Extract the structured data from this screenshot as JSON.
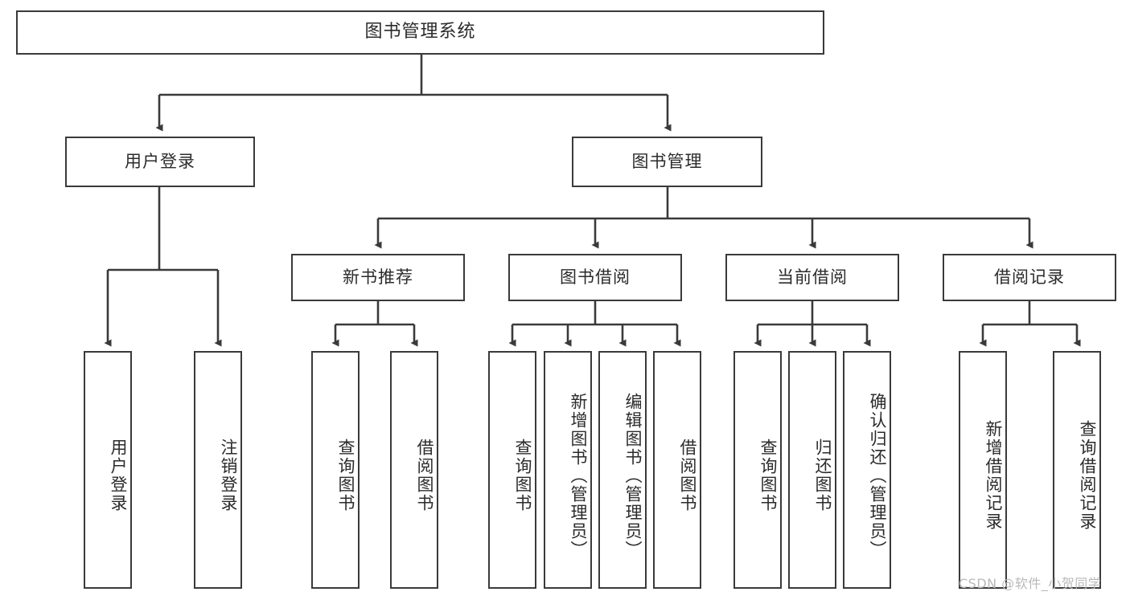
{
  "diagram": {
    "title": "图书管理系统",
    "type": "hierarchy-tree",
    "watermark": "CSDN @软件_小贺同学",
    "root": {
      "label": "图书管理系统"
    },
    "level2": [
      {
        "label": "用户登录"
      },
      {
        "label": "图书管理"
      }
    ],
    "level3": [
      {
        "label": "新书推荐"
      },
      {
        "label": "图书借阅"
      },
      {
        "label": "当前借阅"
      },
      {
        "label": "借阅记录"
      }
    ],
    "leaves": {
      "user_login": [
        {
          "label": "用户登录"
        },
        {
          "label": "注销登录"
        }
      ],
      "new_book_recommend": [
        {
          "label": "查询图书"
        },
        {
          "label": "借阅图书"
        }
      ],
      "book_borrow": [
        {
          "label": "查询图书"
        },
        {
          "label": "新增图书（管理员）"
        },
        {
          "label": "编辑图书（管理员）"
        },
        {
          "label": "借阅图书"
        }
      ],
      "current_borrow": [
        {
          "label": "查询图书"
        },
        {
          "label": "归还图书"
        },
        {
          "label": "确认归还（管理员）"
        }
      ],
      "borrow_record": [
        {
          "label": "新增借阅记录"
        },
        {
          "label": "查询借阅记录"
        }
      ]
    },
    "colors": {
      "stroke": "#3a3a3a",
      "fill": "#ffffff",
      "text": "#2b2b2b",
      "watermark": "#b9b9b9"
    }
  }
}
